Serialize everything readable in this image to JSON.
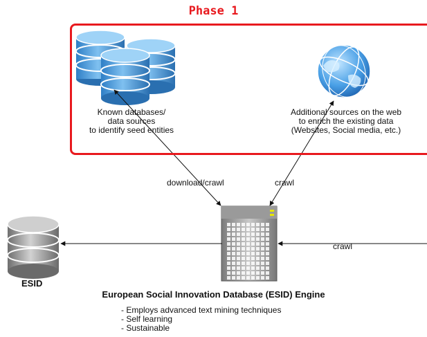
{
  "phase": {
    "title": "Phase 1"
  },
  "sources": {
    "known": {
      "caption_lines": [
        "Known databases/",
        "data sources",
        "to identify seed entities"
      ],
      "icon": "database-stack-icon"
    },
    "web": {
      "caption_lines": [
        "Additional sources on the web",
        "to enrich the existing data",
        "(Websites, Social media, etc.)"
      ],
      "icon": "globe-icon"
    }
  },
  "edges": {
    "download": "download/crawl",
    "crawl_web": "crawl",
    "crawl_in": "crawl"
  },
  "esid": {
    "label": "ESID",
    "icon": "database-icon"
  },
  "engine": {
    "title": "European Social Innovation Database (ESID) Engine",
    "icon": "server-icon",
    "features": [
      "- Employs advanced text mining techniques",
      "- Self learning",
      "- Sustainable"
    ]
  },
  "colors": {
    "accent": "#e8191e",
    "db_blue": "#3d8fd4",
    "db_gray": "#8a8a8a"
  }
}
